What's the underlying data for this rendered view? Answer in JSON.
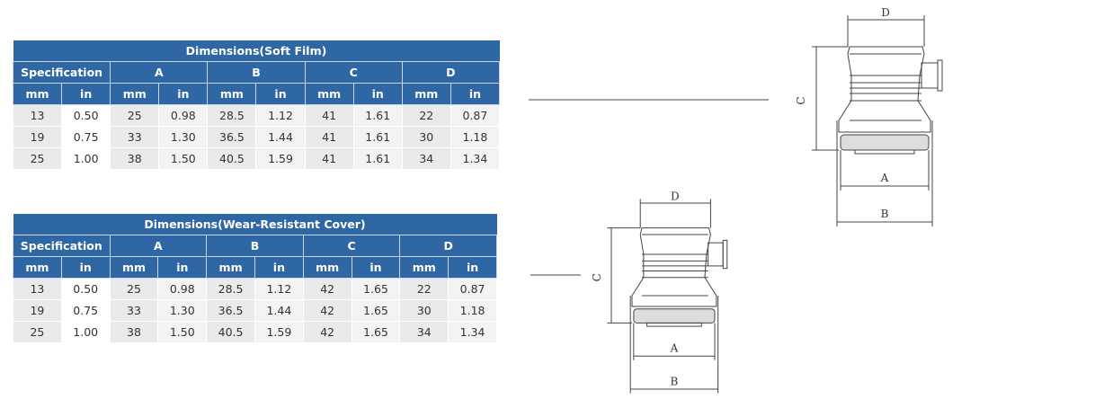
{
  "tables": [
    {
      "title": "Dimensions(Soft Film)",
      "groups": [
        "Specification",
        "A",
        "B",
        "C",
        "D"
      ],
      "units": [
        "mm",
        "in",
        "mm",
        "in",
        "mm",
        "in",
        "mm",
        "in",
        "mm",
        "in"
      ],
      "rows": [
        [
          "13",
          "0.50",
          "25",
          "0.98",
          "28.5",
          "1.12",
          "41",
          "1.61",
          "22",
          "0.87"
        ],
        [
          "19",
          "0.75",
          "33",
          "1.30",
          "36.5",
          "1.44",
          "41",
          "1.61",
          "30",
          "1.18"
        ],
        [
          "25",
          "1.00",
          "38",
          "1.50",
          "40.5",
          "1.59",
          "41",
          "1.61",
          "34",
          "1.34"
        ]
      ]
    },
    {
      "title": "Dimensions(Wear-Resistant Cover)",
      "groups": [
        "Specification",
        "A",
        "B",
        "C",
        "D"
      ],
      "units": [
        "mm",
        "in",
        "mm",
        "in",
        "mm",
        "in",
        "mm",
        "in",
        "mm",
        "in"
      ],
      "rows": [
        [
          "13",
          "0.50",
          "25",
          "0.98",
          "28.5",
          "1.12",
          "42",
          "1.65",
          "22",
          "0.87"
        ],
        [
          "19",
          "0.75",
          "33",
          "1.30",
          "36.5",
          "1.44",
          "42",
          "1.65",
          "30",
          "1.18"
        ],
        [
          "25",
          "1.00",
          "38",
          "1.50",
          "40.5",
          "1.59",
          "42",
          "1.65",
          "34",
          "1.34"
        ]
      ]
    }
  ],
  "drawing_labels": {
    "a": "A",
    "b": "B",
    "c": "C",
    "d": "D"
  }
}
